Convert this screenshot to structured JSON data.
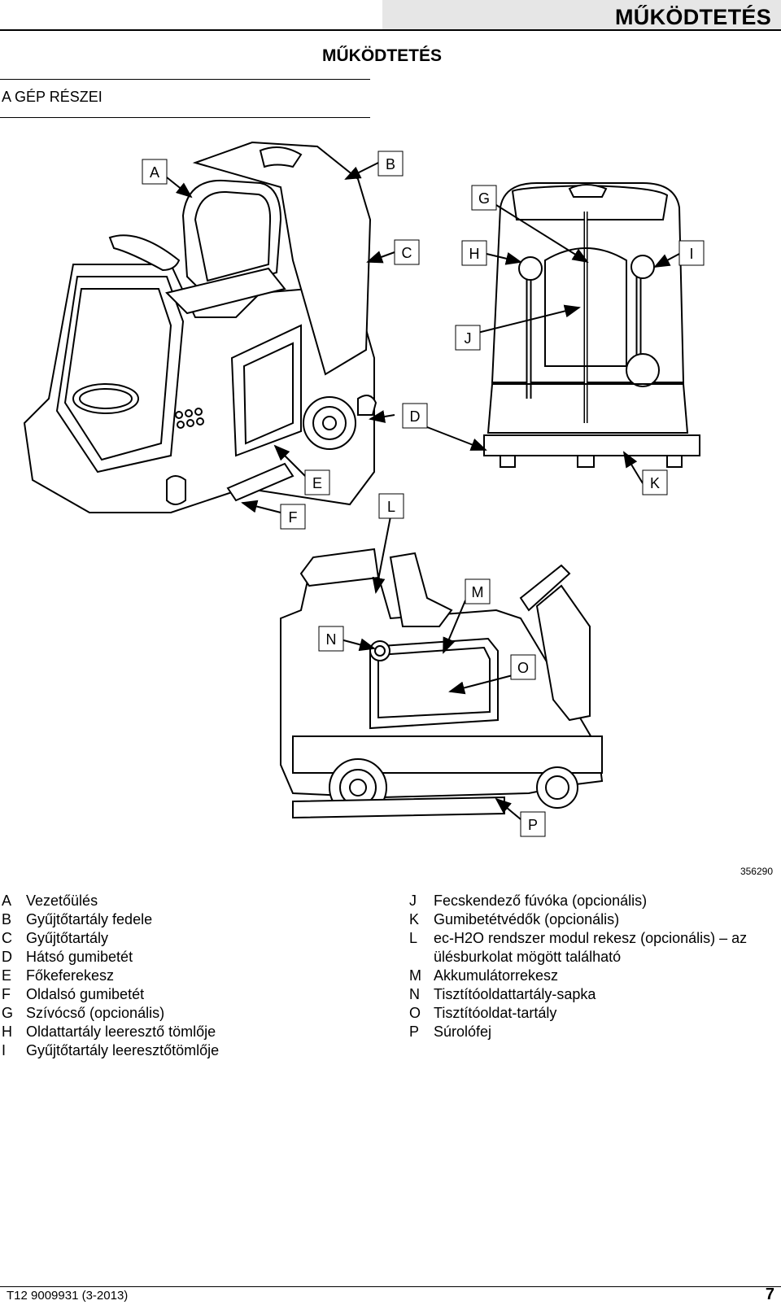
{
  "header": {
    "title": "MŰKÖDTETÉS"
  },
  "page_heading": "MŰKÖDTETÉS",
  "section_title": "A GÉP RÉSZEI",
  "figure": {
    "id": "356290",
    "callouts": [
      "A",
      "B",
      "C",
      "D",
      "E",
      "F",
      "G",
      "H",
      "I",
      "J",
      "K",
      "L",
      "M",
      "N",
      "O",
      "P"
    ]
  },
  "legend_left": [
    {
      "key": "A",
      "text": "Vezetőülés"
    },
    {
      "key": "B",
      "text": "Gyűjtőtartály fedele"
    },
    {
      "key": "C",
      "text": "Gyűjtőtartály"
    },
    {
      "key": "D",
      "text": "Hátsó gumibetét"
    },
    {
      "key": "E",
      "text": "Főkeferekesz"
    },
    {
      "key": "F",
      "text": "Oldalsó gumibetét"
    },
    {
      "key": "G",
      "text": "Szívócső (opcionális)"
    },
    {
      "key": "H",
      "text": "Oldattartály leeresztő tömlője"
    },
    {
      "key": "I",
      "text": "Gyűjtőtartály leeresztőtömlője"
    }
  ],
  "legend_right": [
    {
      "key": "J",
      "text": "Fecskendező fúvóka (opcionális)"
    },
    {
      "key": "K",
      "text": "Gumibetétvédők (opcionális)"
    },
    {
      "key": "L",
      "text": "ec-H2O rendszer modul rekesz (opcionális) – az ülésburkolat mögött található"
    },
    {
      "key": "M",
      "text": "Akkumulátorrekesz"
    },
    {
      "key": "N",
      "text": "Tisztítóoldattartály-sapka"
    },
    {
      "key": "O",
      "text": "Tisztítóoldat-tartály"
    },
    {
      "key": "P",
      "text": "Súrolófej"
    }
  ],
  "footer": {
    "doc_number": "T12 9009931 (3-2013)",
    "page_number": "7"
  }
}
